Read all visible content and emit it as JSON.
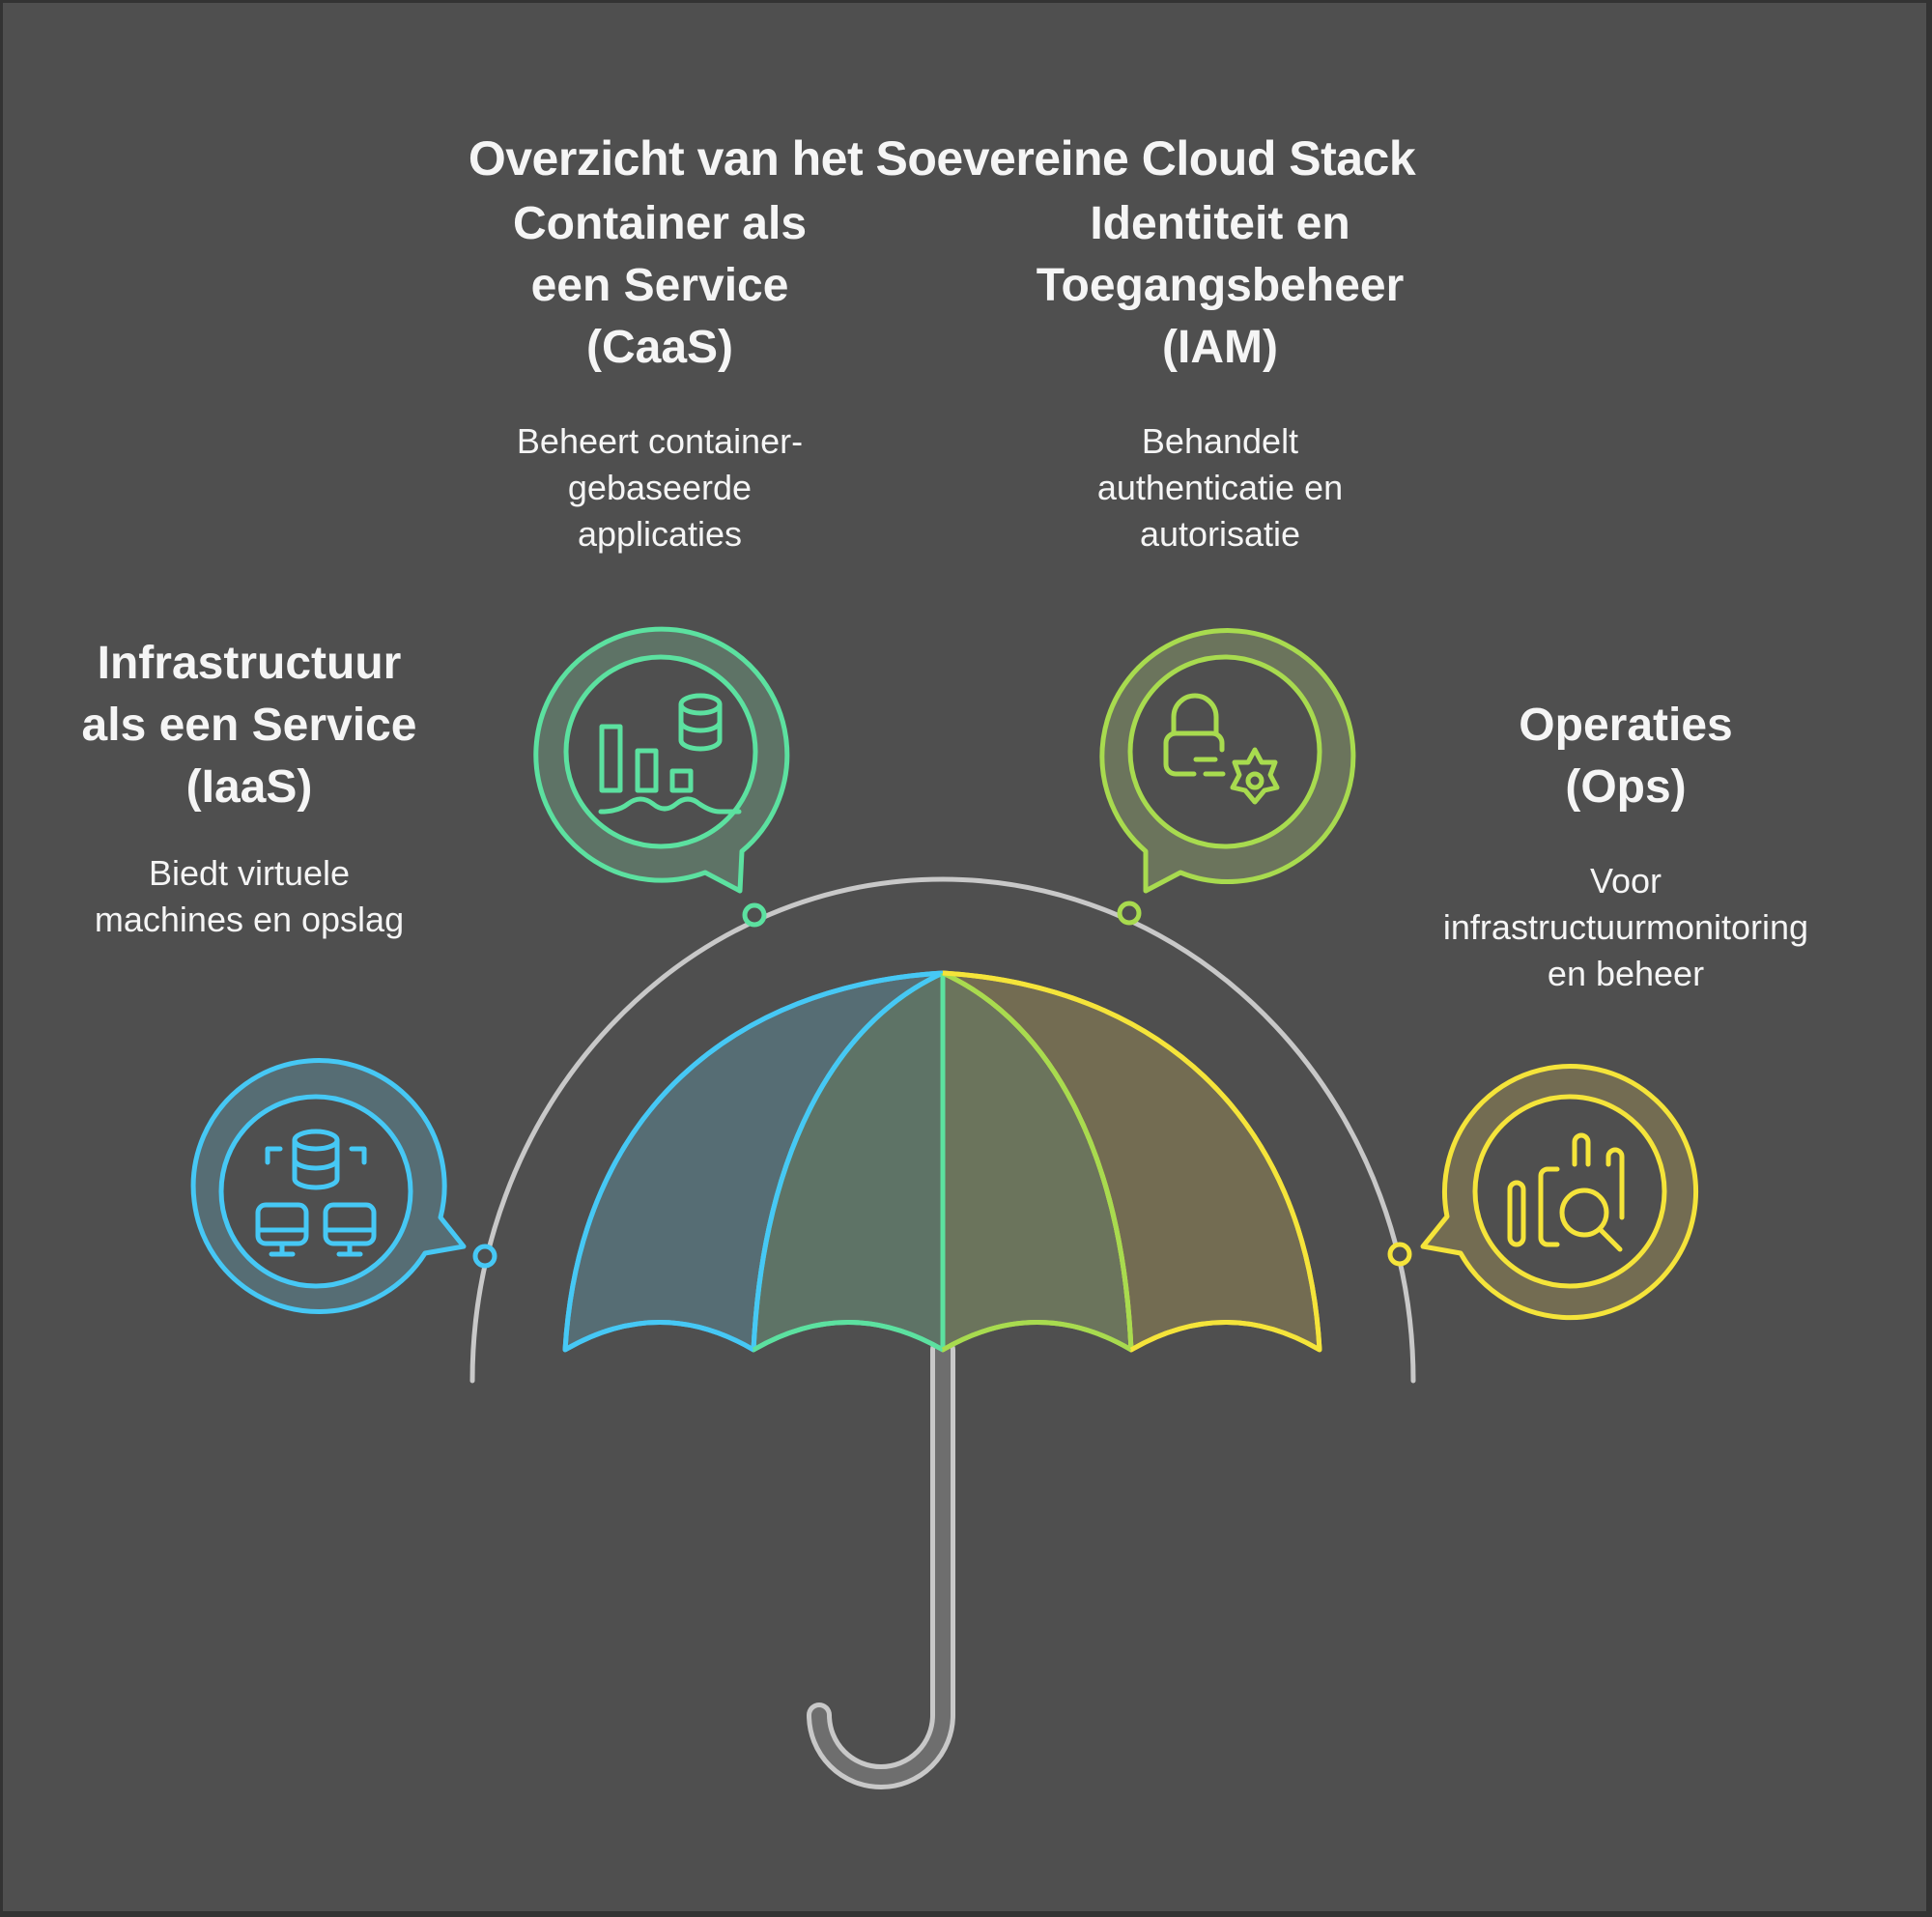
{
  "title": "Overzicht van het Soevereine Cloud Stack",
  "colors": {
    "background": "#4f4f4f",
    "border": "#333333",
    "arc": "#c8c8c8",
    "handle_stroke": "#c8c8c8",
    "handle_fill": "#6e6e6e",
    "text": "#f5f5f5"
  },
  "segments": [
    {
      "id": "iaas",
      "heading_lines": [
        "Infrastructuur",
        "als een Service",
        "(IaaS)"
      ],
      "description_lines": [
        "Biedt virtuele",
        "machines en opslag"
      ],
      "icon": "database-network-computers-icon",
      "color": "#46c8f5",
      "panel_fill": "#566d74"
    },
    {
      "id": "caas",
      "heading_lines": [
        "Container als",
        "een Service",
        "(CaaS)"
      ],
      "description_lines": [
        "Beheert container-",
        "gebaseerde",
        "applicaties"
      ],
      "icon": "bar-chart-database-waves-icon",
      "color": "#5ce1a0",
      "panel_fill": "#5e7366"
    },
    {
      "id": "iam",
      "heading_lines": [
        "Identiteit en",
        "Toegangsbeheer",
        "(IAM)"
      ],
      "description_lines": [
        "Behandelt",
        "authenticatie en",
        "autorisatie"
      ],
      "icon": "lock-gear-icon",
      "color": "#a8db4f",
      "panel_fill": "#6b745c"
    },
    {
      "id": "ops",
      "heading_lines": [
        "Operaties",
        "(Ops)"
      ],
      "description_lines": [
        "Voor",
        "infrastructuurmonitoring",
        "en beheer"
      ],
      "icon": "bar-chart-magnifier-icon",
      "color": "#f5e43a",
      "panel_fill": "#736c52"
    }
  ]
}
